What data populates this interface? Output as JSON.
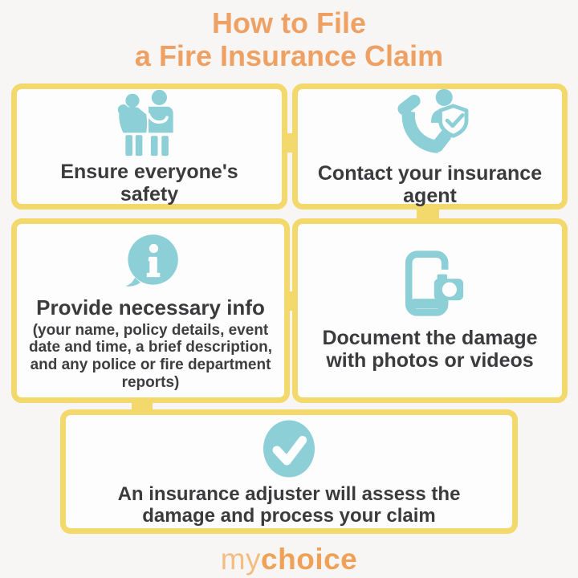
{
  "title": {
    "line1": "How to File",
    "line2": "a Fire Insurance Claim"
  },
  "steps": [
    {
      "name": "ensure-safety",
      "icon": "family-icon",
      "label_lines": [
        "Ensure everyone's",
        "safety"
      ]
    },
    {
      "name": "contact-agent",
      "icon": "phone-shield-check-icon",
      "label_lines": [
        "Contact your insurance",
        "agent"
      ]
    },
    {
      "name": "provide-info",
      "icon": "info-speech-bubble-icon",
      "label_lines": [
        "Provide necessary info"
      ],
      "sub_lines": [
        "(your name, policy details, event",
        "date and time, a brief description,",
        "and any police or fire department",
        "reports)"
      ]
    },
    {
      "name": "document-damage",
      "icon": "phone-camera-icon",
      "label_lines": [
        "Document the damage",
        "with photos or videos"
      ]
    },
    {
      "name": "adjuster-assess",
      "icon": "check-circle-icon",
      "label_lines": [
        "An insurance adjuster will assess the",
        "damage and process your claim"
      ]
    }
  ],
  "footer": {
    "logo_part1": "my",
    "logo_part2": "choice"
  },
  "colors": {
    "accent_yellow": "#f3d96b",
    "icon_teal": "#8ccfd6",
    "title_orange": "#efa164",
    "text_dark": "#3b3b3d",
    "logo_light_orange": "#f3bc80",
    "logo_dark_orange": "#efa158",
    "background": "#f7f6f5",
    "card_background": "#fdfdfd"
  }
}
